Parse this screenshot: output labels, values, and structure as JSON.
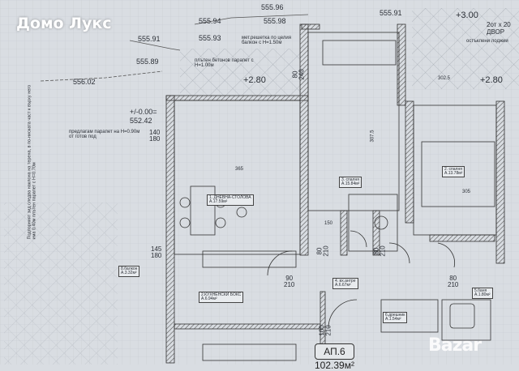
{
  "watermark": "Домо Лукс",
  "logo_watermark": "Bazar",
  "elevations": [
    "555.94",
    "555.93",
    "555.91",
    "555.89",
    "556.02",
    "555.96",
    "555.98",
    "555.91"
  ],
  "levels": {
    "balcony_left": "+2.80",
    "balcony_right": "+2.80",
    "terrace": "+3.00",
    "zero": "+/-0.00=",
    "zero_value": "552.42"
  },
  "notes": {
    "railing_metal": "мет.решетка по целия балкон с Н=1.50м",
    "parapet_concrete": "плътен бетонов парапет с Н=1.00м",
    "parapet_proposal": "предлагам парапет на Н=0.90м от готов под",
    "side_note": "Подпорният зид следва наклона на терена, в по-ниската част к върху него има 0.40м плътен парапет с Н=0.70м",
    "courtyard": "2от х 20 ДВОР",
    "loggia": "остъклени лоджии"
  },
  "rooms": [
    {
      "name": "1. ДНЕВНА-СТОЛОВА",
      "area": "А.17.59м²"
    },
    {
      "name": "2.КУХНЕНСКИ БОКС",
      "area": "А.6.94м²"
    },
    {
      "name": "4. вх.антре",
      "area": "А.6.67м²"
    },
    {
      "name": "6.дрешник",
      "area": "А.1.54м²"
    },
    {
      "name": "5.баня",
      "area": "А.1.80м²"
    },
    {
      "name": "3. спалня",
      "area": "А.15.84м²"
    },
    {
      "name": "2. спалня",
      "area": "А.13.78м²"
    },
    {
      "name": "8.балкон",
      "area": "А.3.32м²"
    }
  ],
  "dimensions": [
    "90\n210",
    "80\n210",
    "100\n210",
    "80\n210",
    "80\n210",
    "140\n180",
    "145\n180",
    "80\n240",
    "365",
    "305",
    "302.5",
    "150",
    "307.5"
  ],
  "apartment": {
    "label": "АП.6",
    "area": "102.39м²"
  },
  "colors": {
    "paper": "#d9dde2",
    "ink": "#2b2f36",
    "wall_hatch": "#5a5f66"
  }
}
